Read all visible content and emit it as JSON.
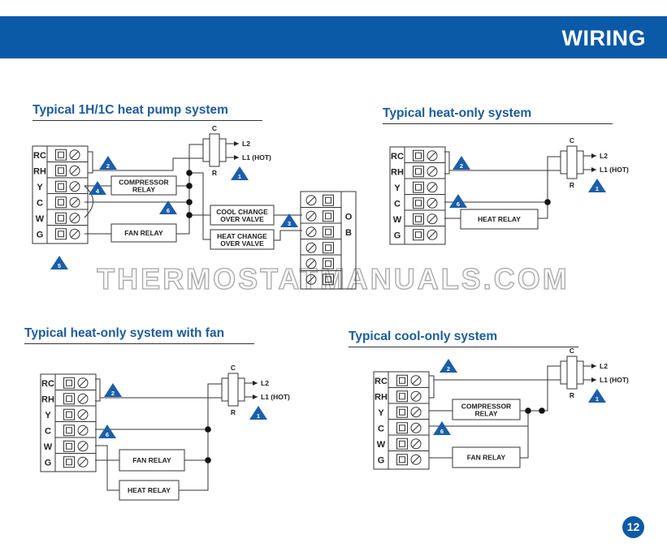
{
  "header": {
    "title": "WIRING"
  },
  "watermark": "THERMOSTATMANUALS.COM",
  "page_number": "12",
  "colors": {
    "brand_blue": "#0b5aa7",
    "heading_blue": "#1d5c9c"
  },
  "terminals": [
    "RC",
    "RH",
    "Y",
    "C",
    "W",
    "G"
  ],
  "transformer": {
    "c": "C",
    "r": "R",
    "l2": "L2",
    "l1": "L1 (HOT)"
  },
  "diagrams": [
    {
      "title": "Typical 1H/1C heat pump system",
      "boxes": [
        [
          "COMPRESSOR",
          "RELAY"
        ],
        [
          "FAN RELAY"
        ],
        [
          "COOL CHANGE",
          "OVER VALVE"
        ],
        [
          "HEAT CHANGE",
          "OVER VALVE"
        ]
      ],
      "valve_terminals": [
        "O",
        "B"
      ],
      "callouts": [
        "2",
        "1",
        "4",
        "6",
        "3",
        "5"
      ]
    },
    {
      "title": "Typical heat-only system",
      "boxes": [
        [
          "HEAT RELAY"
        ]
      ],
      "callouts": [
        "2",
        "6",
        "1"
      ]
    },
    {
      "title": "Typical heat-only system with fan",
      "boxes": [
        [
          "FAN RELAY"
        ],
        [
          "HEAT RELAY"
        ]
      ],
      "callouts": [
        "2",
        "6",
        "1"
      ]
    },
    {
      "title": "Typical cool-only system",
      "boxes": [
        [
          "COMPRESSOR",
          "RELAY"
        ],
        [
          "FAN RELAY"
        ]
      ],
      "callouts": [
        "2",
        "6",
        "1"
      ]
    }
  ]
}
